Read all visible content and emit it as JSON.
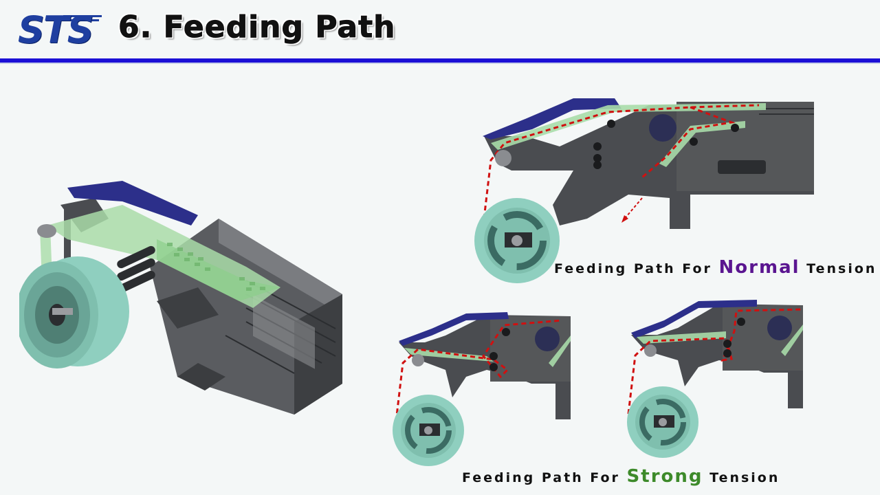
{
  "header": {
    "logo_text": "STS",
    "title": "6. Feeding Path"
  },
  "captions": {
    "normal": {
      "prefix": "Feeding Path For ",
      "emphasis": "Normal",
      "suffix": " Tension"
    },
    "strong": {
      "prefix": "Feeding Path For ",
      "emphasis": "Strong",
      "suffix": " Tension"
    }
  },
  "colors": {
    "brand_blue": "#1b0fd6",
    "logo_blue": "#1f3fa0",
    "normal_accent": "#5a1590",
    "strong_accent": "#3d8a2a",
    "path_dash": "#d01010",
    "tape_green": "#a9dca8",
    "reel": "#8fcfbf",
    "frame": "#4a4c50",
    "handle": "#2c2f8a"
  }
}
